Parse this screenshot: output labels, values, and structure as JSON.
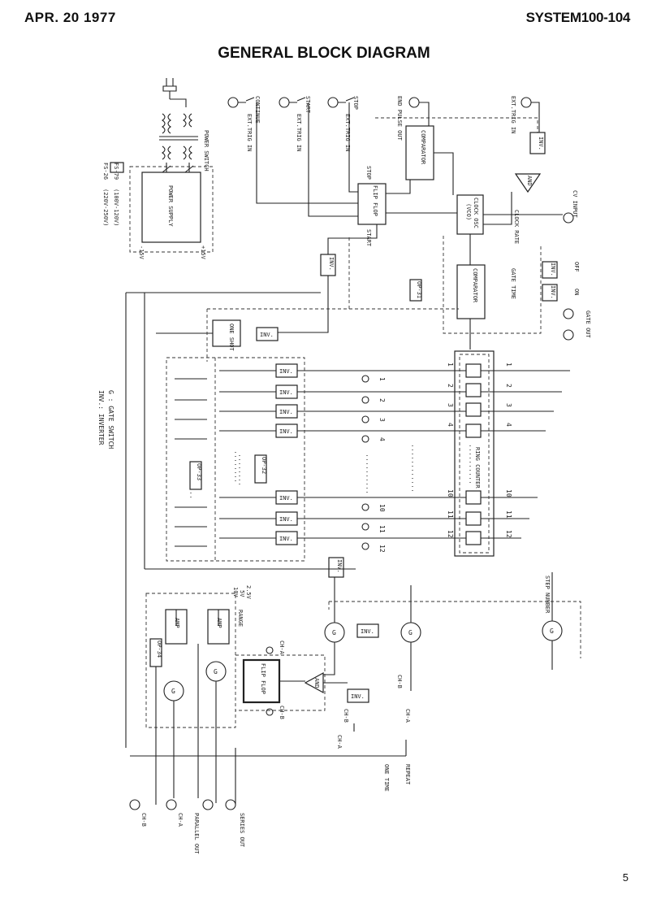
{
  "header": {
    "date": "APR. 20 1977",
    "model": "SYSTEM100-104",
    "title": "GENERAL BLOCK DIAGRAM",
    "page": "5"
  },
  "diagram": {
    "power": {
      "switch": "POWER SWITCH",
      "supply": "POWER SUPPLY",
      "fuse1": "FS-79",
      "fuse1_rating": "(100V-120V)",
      "fuse2": "FS-26",
      "fuse2_rating": "(220V-250V)",
      "plus": "+15V",
      "minus": "-15V"
    },
    "jacks": {
      "continue": "CONTINUE",
      "start": "START",
      "stop": "STOP",
      "ext_trig": "EXT.TRIG IN",
      "end_pulse": "END PULSE OUT",
      "cv_input": "CV INPUT",
      "gate_out": "GATE OUT",
      "off": "OFF",
      "on": "ON"
    },
    "blocks": {
      "comparator": "COMPARATOR",
      "flip_flop": "FLIP FLOP",
      "clock_osc": "CLOCK OSC",
      "vco": "(VCO)",
      "clock_rate": "CLOCK RATE",
      "gate_time": "GATE TIME",
      "one_shot": "ONE SHOT",
      "ring_counter": "RING COUNTER",
      "inv": "INV.",
      "and": "AND",
      "amp": "AMP",
      "g": "G",
      "stop": "STOP",
      "start": "START"
    },
    "boards": [
      "OP-31",
      "OP-32",
      "OP-33",
      "OP-34"
    ],
    "steps": [
      "1",
      "2",
      "3",
      "4",
      "10",
      "11",
      "12"
    ],
    "channels": {
      "ch_a": "CH-A",
      "ch_b": "CH-B",
      "range": "RANGE",
      "range_values": [
        "2.5V",
        "5V",
        "10V"
      ],
      "step_number": "STEP NUMBER",
      "repeat": "REPEAT",
      "one_time": "ONE TIME"
    },
    "outputs": {
      "series": "SERIES OUT",
      "parallel": "PARALLEL OUT",
      "ch_a": "CH-A",
      "ch_b": "CH-B"
    },
    "legend": {
      "g": "G : GATE SWITCH",
      "inv": "INV.: INVERTER"
    }
  }
}
